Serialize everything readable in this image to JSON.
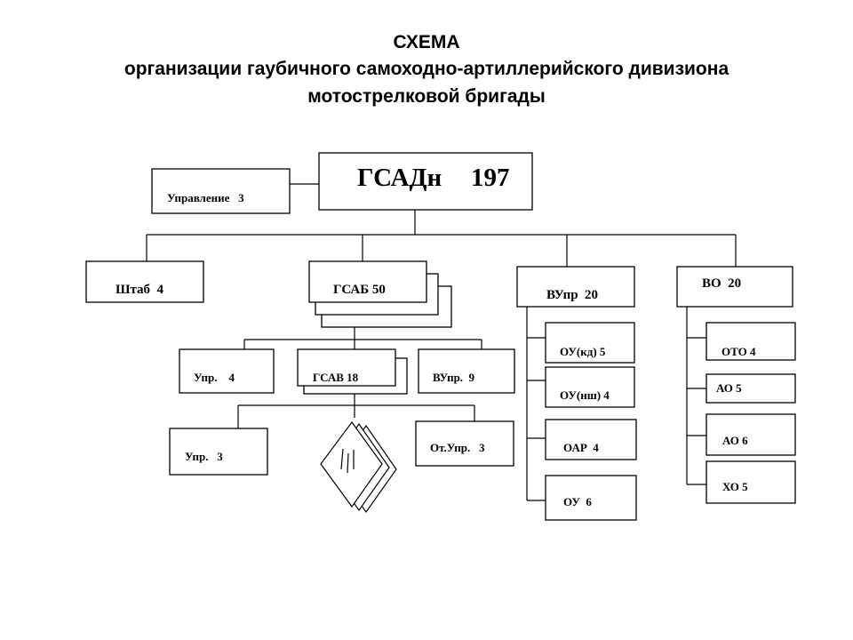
{
  "title": {
    "line1": "СХЕМА",
    "line2": "организации гаубичного самоходно-артиллерийского дивизиона",
    "line3": "мотострелковой бригады"
  },
  "root": {
    "name": "ГСАДн",
    "count": "197"
  },
  "units": {
    "upravlenie": "Управление   3",
    "shtab": "Штаб  4",
    "gsab": "ГСАБ 50",
    "vupr": "ВУпр  20",
    "vo": "ВО  20",
    "gsab_upr": "Упр.    4",
    "gsav": "ГСАВ 18",
    "gsab_vupr": "ВУпр.  9",
    "gsav_upr": "Упр.   3",
    "gsav_otupr": "От.Упр.   3",
    "ou_kd": "ОУ(кд) 5",
    "ou_nsh": "ОУ(нш) 4",
    "oar": "ОАР  4",
    "ou": "ОУ  6",
    "oto": "ОТО 4",
    "ao5": "АО 5",
    "ao6": "АО 6",
    "xo": "ХО 5"
  }
}
